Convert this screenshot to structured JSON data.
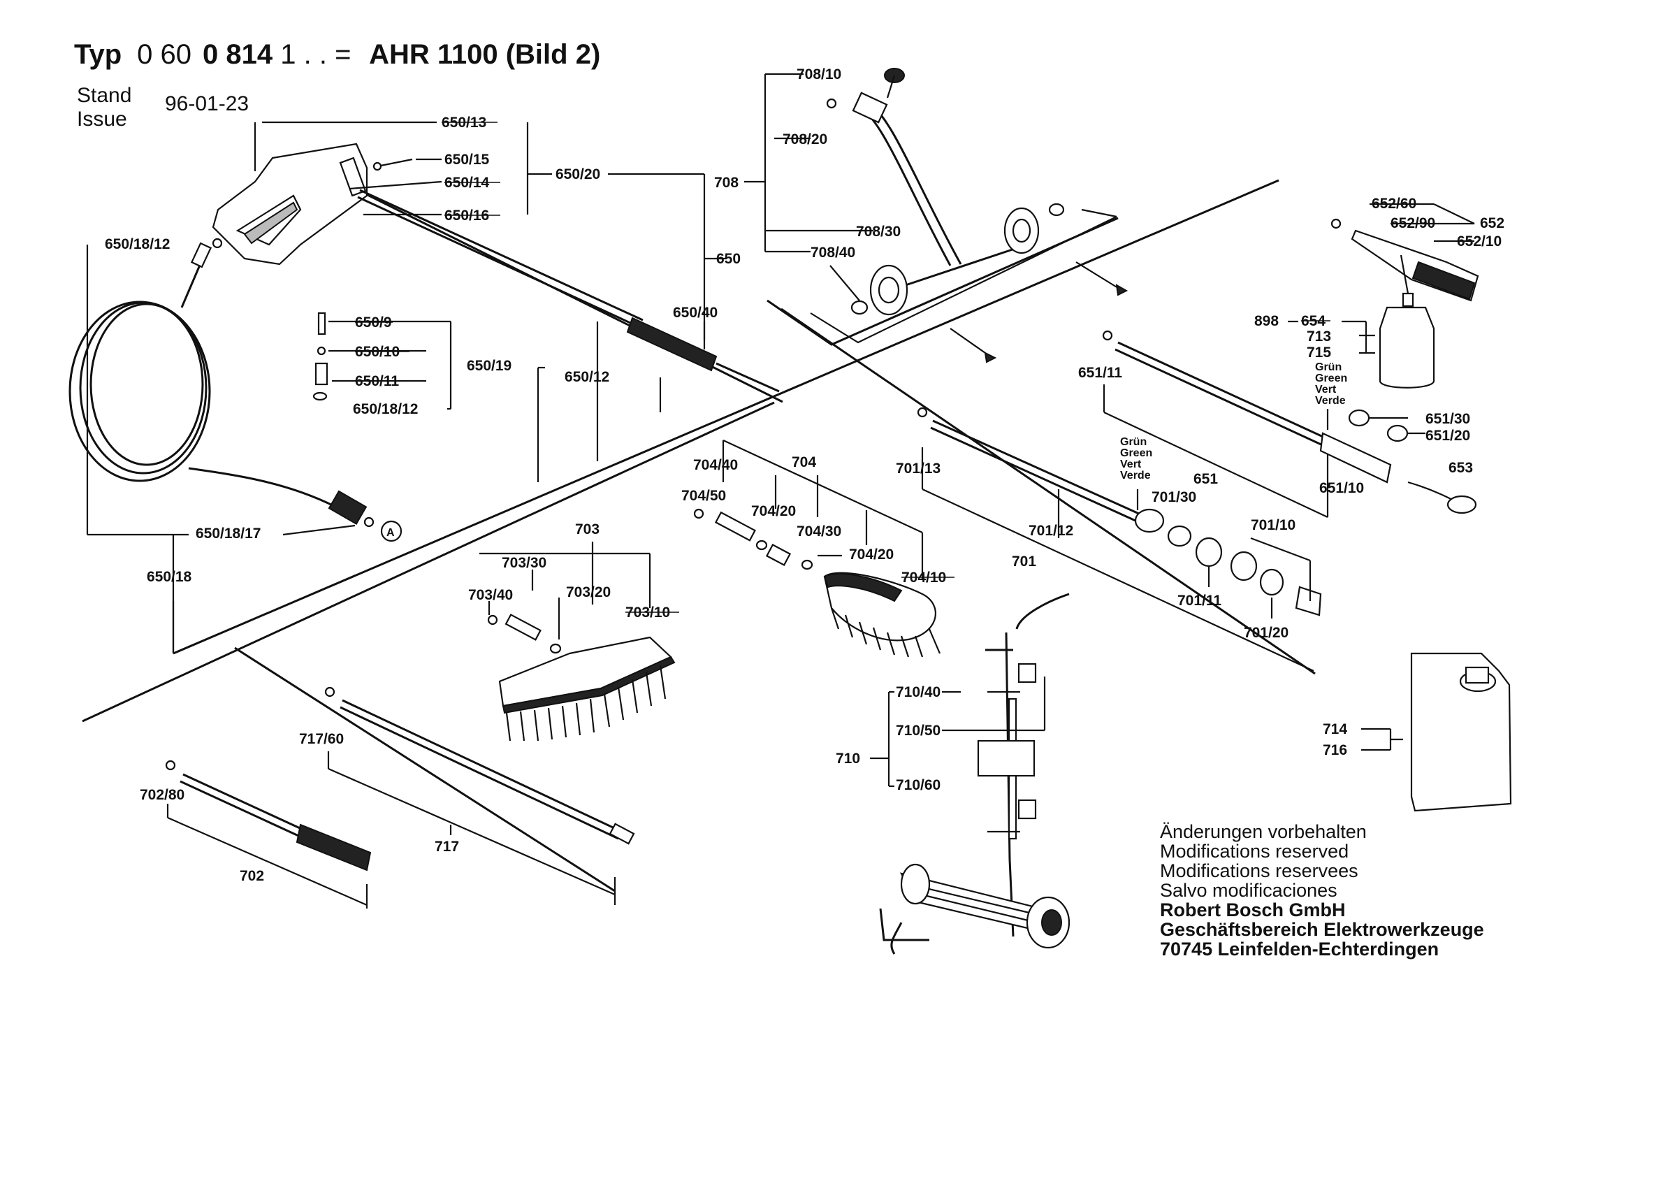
{
  "header": {
    "typ": "Typ",
    "number_prefix": "0 60",
    "number_bold": "0 814",
    "number_suffix": "1 . . =",
    "model": "AHR 1100 (Bild 2)",
    "stand": "Stand",
    "issue": "Issue",
    "date": "96-01-23"
  },
  "notes": {
    "line_de": "Änderungen vorbehalten",
    "line_en": "Modifications reserved",
    "line_fr": "Modifications reservees",
    "line_es": "Salvo modificaciones",
    "company": "Robert Bosch GmbH",
    "division": "Geschäftsbereich Elektrowerkzeuge",
    "address": "70745 Leinfelden-Echterdingen"
  },
  "colors_note": {
    "de": "Grün",
    "en": "Green",
    "fr": "Vert",
    "es": "Verde"
  },
  "parts": {
    "p650_13": "650/13",
    "p650_15": "650/15",
    "p650_14": "650/14",
    "p650_16": "650/16",
    "p650_20": "650/20",
    "p650": "650",
    "p650_40": "650/40",
    "p650_12": "650/12",
    "p650_9": "650/9",
    "p650_10": "650/10",
    "p650_11": "650/11",
    "p650_19": "650/19",
    "p650_18_12a": "650/18/12",
    "p650_18_12b": "650/18/12",
    "p650_18_17": "650/18/17",
    "p650_18": "650/18",
    "marker_a": "A",
    "p708_10": "708/10",
    "p708_20": "708/20",
    "p708": "708",
    "p708_30": "708/30",
    "p708_40": "708/40",
    "p652_60": "652/60",
    "p652_90": "652/90",
    "p652": "652",
    "p652_10": "652/10",
    "p898": "898",
    "p654": "654",
    "p713": "713",
    "p715": "715",
    "p651_11": "651/11",
    "p651_30": "651/30",
    "p651_20": "651/20",
    "p651": "651",
    "p653": "653",
    "p651_10": "651/10",
    "p704_40": "704/40",
    "p704": "704",
    "p704_50": "704/50",
    "p704_20a": "704/20",
    "p704_30": "704/30",
    "p704_20b": "704/20",
    "p704_10": "704/10",
    "p701_13": "701/13",
    "p701_30": "701/30",
    "p701_12": "701/12",
    "p701": "701",
    "p701_10": "701/10",
    "p701_11": "701/11",
    "p701_20": "701/20",
    "p703": "703",
    "p703_30": "703/30",
    "p703_40": "703/40",
    "p703_20": "703/20",
    "p703_10": "703/10",
    "p710_40": "710/40",
    "p710_50": "710/50",
    "p710": "710",
    "p710_60": "710/60",
    "p714": "714",
    "p716": "716",
    "p717_60": "717/60",
    "p717": "717",
    "p702_80": "702/80",
    "p702": "702"
  }
}
